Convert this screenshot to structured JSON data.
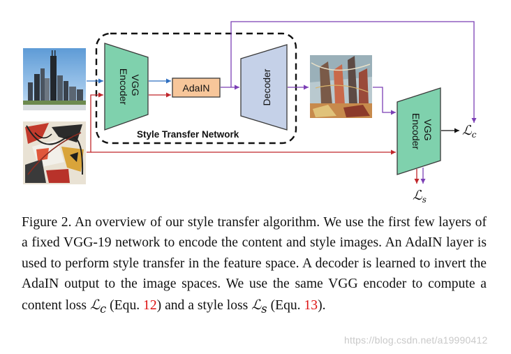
{
  "figure": {
    "network_label": "Style Transfer Network",
    "vgg_encoder_label": "VGG\nEncoder",
    "adain_label": "AdaIN",
    "decoder_label": "Decoder",
    "content_loss_symbol": "ℒ",
    "content_loss_sub": "c",
    "style_loss_symbol": "ℒ",
    "style_loss_sub": "s",
    "colors": {
      "encoder_fill": "#7fd1ad",
      "adain_fill": "#f7c69a",
      "decoder_fill": "#c5d1e8",
      "content_arrow": "#2f6fc0",
      "style_arrow": "#c0262b",
      "output_arrow": "#7b3fb5"
    }
  },
  "caption": {
    "line_1": "Figure 2. An overview of our style transfer algorithm. We use the",
    "line_2": "first few layers of a fixed VGG-19 network to encode the content",
    "line_3": "and style images. An AdaIN layer is used to perform style transfer",
    "line_4": "in the feature space.  A decoder is learned to invert the AdaIN",
    "line_5": "output to the image spaces.  We use the same VGG encoder to",
    "line_6_a": "compute a content loss ",
    "loss_c_symbol": "ℒ",
    "loss_c_sub": "c",
    "line_6_b": " (Equ. ",
    "ref_content": "12",
    "line_6_c": ") and a style loss ",
    "loss_s_symbol": "ℒ",
    "loss_s_sub": "s",
    "line_6_d": " (Equ. ",
    "ref_style": "13",
    "line_6_e": ")."
  },
  "watermark": "https://blog.csdn.net/a19990412"
}
